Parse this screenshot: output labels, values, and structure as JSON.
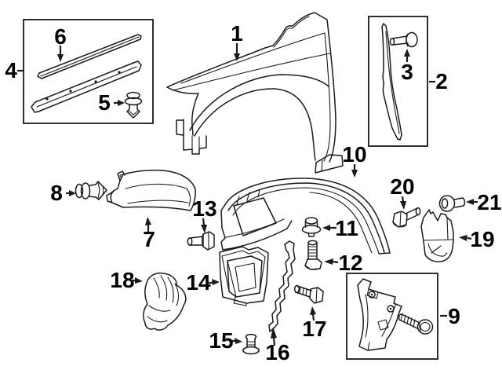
{
  "colors": {
    "line": "#1a1a1a",
    "background": "#ffffff"
  },
  "callouts": {
    "p1": "1",
    "p2": "2",
    "p3": "3",
    "p4": "4",
    "p5": "5",
    "p6": "6",
    "p7": "7",
    "p8": "8",
    "p9": "9",
    "p10": "10",
    "p11": "11",
    "p12": "12",
    "p13": "13",
    "p14": "14",
    "p15": "15",
    "p16": "16",
    "p17": "17",
    "p18": "18",
    "p19": "19",
    "p20": "20",
    "p21": "21"
  }
}
